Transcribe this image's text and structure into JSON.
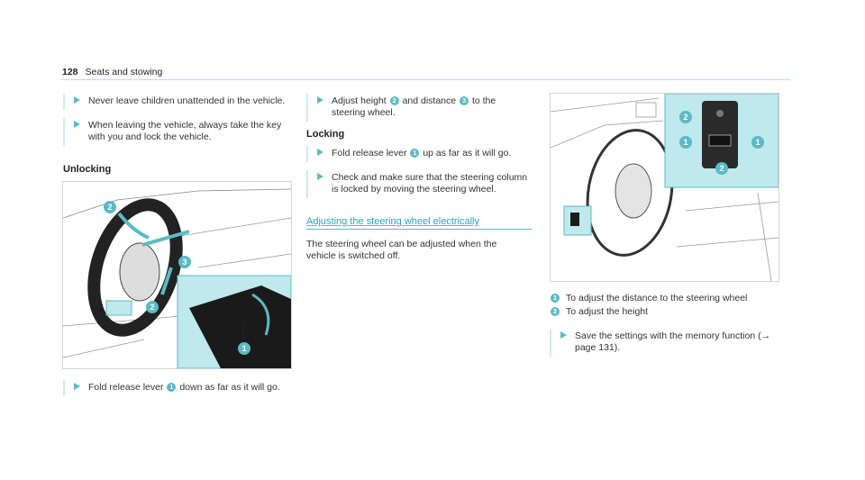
{
  "header": {
    "page_number": "128",
    "section": "Seats and stowing"
  },
  "col1": {
    "warn1": "Never leave children unattended in the vehicle.",
    "warn2": "When leaving the vehicle, always take the key with you and lock the vehicle.",
    "unlocking_title": "Unlocking",
    "fig_callouts": [
      "2",
      "3",
      "2",
      "1"
    ],
    "step_fold_a": "Fold release lever",
    "step_fold_num": "1",
    "step_fold_b": "down as far as it will go."
  },
  "col2": {
    "adjust_a": "Adjust height",
    "adjust_num1": "2",
    "adjust_b": "and distance",
    "adjust_num2": "3",
    "adjust_c": "to the steering wheel.",
    "locking_title": "Locking",
    "fold_a": "Fold release lever",
    "fold_num": "1",
    "fold_b": "up as far as it will go.",
    "check": "Check and make sure that the steering column is locked by moving the steering wheel.",
    "electric_title": "Adjusting the steering wheel electrically",
    "electric_body": "The steering wheel can be adjusted when the vehicle is switched off."
  },
  "col3": {
    "fig_callouts": [
      "2",
      "1",
      "1",
      "2"
    ],
    "legend": [
      {
        "num": "1",
        "text": "To adjust the distance to the steering wheel"
      },
      {
        "num": "2",
        "text": "To adjust the height"
      }
    ],
    "save": "Save the settings with the memory function (→ page 131)."
  },
  "colors": {
    "accent": "#5bbac6",
    "highlight": "#bfe9ec"
  }
}
